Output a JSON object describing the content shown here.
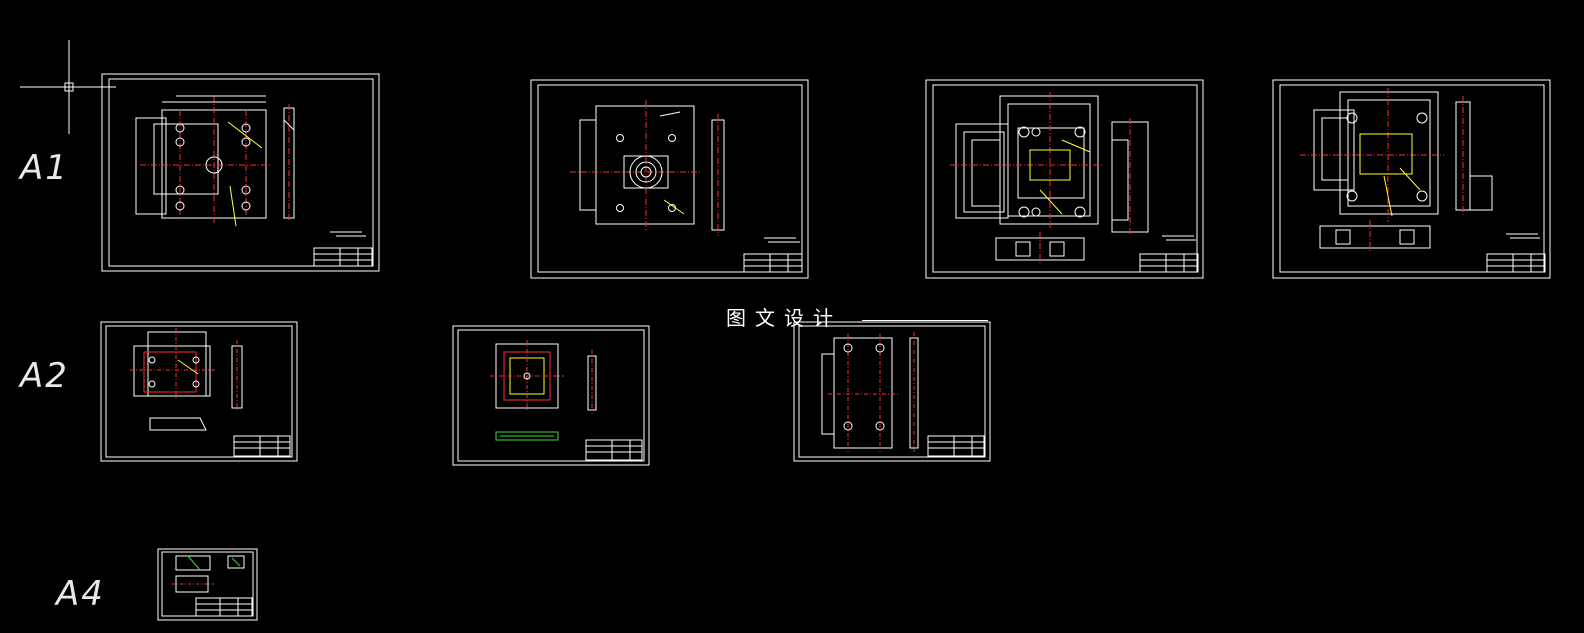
{
  "app": {
    "background": "#000000",
    "line_color": "#ffffff",
    "centerline_color": "#ff2a2a",
    "dimension_color": "#ffff33"
  },
  "size_labels": {
    "a1": "A1",
    "a2": "A2",
    "a4": "A4"
  },
  "watermark": "图文设计",
  "crosshair_icon": "crosshair-cursor-icon",
  "sheets": [
    {
      "id": "a1-1",
      "size": "A1",
      "content": "plate-with-holes"
    },
    {
      "id": "a1-2",
      "size": "A1",
      "content": "plate-center-bore"
    },
    {
      "id": "a1-3",
      "size": "A1",
      "content": "mold-assembly"
    },
    {
      "id": "a1-4",
      "size": "A1",
      "content": "mold-assembly-2"
    },
    {
      "id": "a2-1",
      "size": "A2",
      "content": "cavity-plate"
    },
    {
      "id": "a2-2",
      "size": "A2",
      "content": "core-plate"
    },
    {
      "id": "a2-3",
      "size": "A2",
      "content": "guide-plate"
    },
    {
      "id": "a4-1",
      "size": "A4",
      "content": "small-part"
    }
  ]
}
